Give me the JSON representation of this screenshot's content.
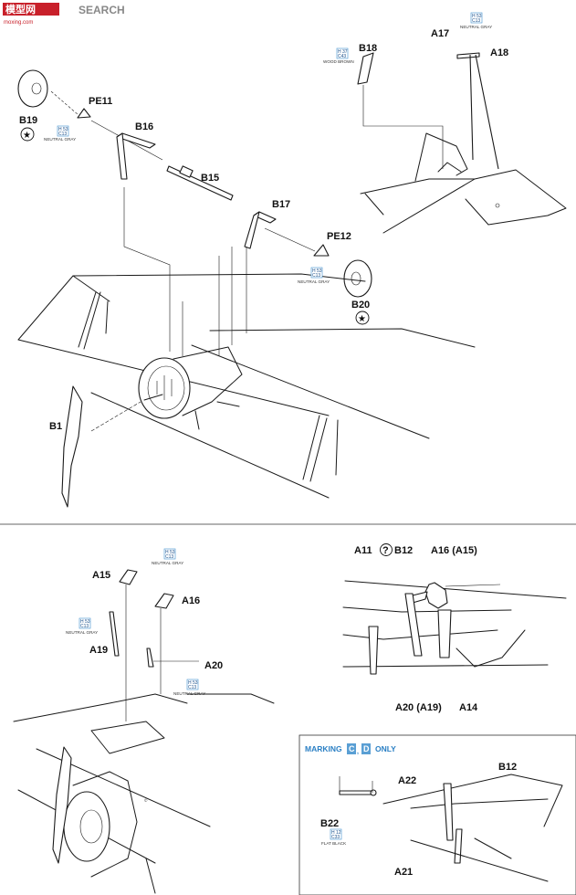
{
  "watermark": {
    "site_text": "SEARCH",
    "logo_text": "模型网",
    "url_text": "moxing.com"
  },
  "labels": {
    "b19": "B19",
    "pe11": "PE11",
    "b16": "B16",
    "b15": "B15",
    "b17": "B17",
    "pe12": "PE12",
    "b20": "B20",
    "b1": "B1",
    "b18": "B18",
    "a17": "A17",
    "a18": "A18",
    "a15": "A15",
    "a16": "A16",
    "a19": "A19",
    "a20": "A20",
    "a11": "A11",
    "b12": "B12",
    "a16_a15": "A16 (A15)",
    "a20_a19": "A20 (A19)",
    "a14": "A14",
    "b12_bottom": "B12",
    "a22": "A22",
    "b22": "B22",
    "a21": "A21"
  },
  "paint_callouts": [
    {
      "h": "H 53",
      "c": "C13",
      "name": "NEUTRAL GRAY"
    },
    {
      "h": "H 53",
      "c": "C13",
      "name": "NEUTRAL GRAY"
    },
    {
      "h": "H 37",
      "c": "C43",
      "name": "WOOD BROWN"
    },
    {
      "h": "H 53",
      "c": "C13",
      "name": "NEUTRAL GRAY"
    },
    {
      "h": "H 53",
      "c": "C13",
      "name": "NEUTRAL GRAY"
    },
    {
      "h": "H 53",
      "c": "C13",
      "name": "NEUTRAL GRAY"
    },
    {
      "h": "H 53",
      "c": "C13",
      "name": "NEUTRAL GRAY"
    },
    {
      "h": "H 12",
      "c": "C33",
      "name": "FLAT BLACK"
    }
  ],
  "marking": {
    "prefix": "MARKING",
    "letter1": "C",
    "letter2": "D",
    "suffix": "ONLY",
    "separator": ",",
    "accent": "#5a9fd4"
  },
  "symbols": {
    "optional": "?",
    "star": "★"
  }
}
